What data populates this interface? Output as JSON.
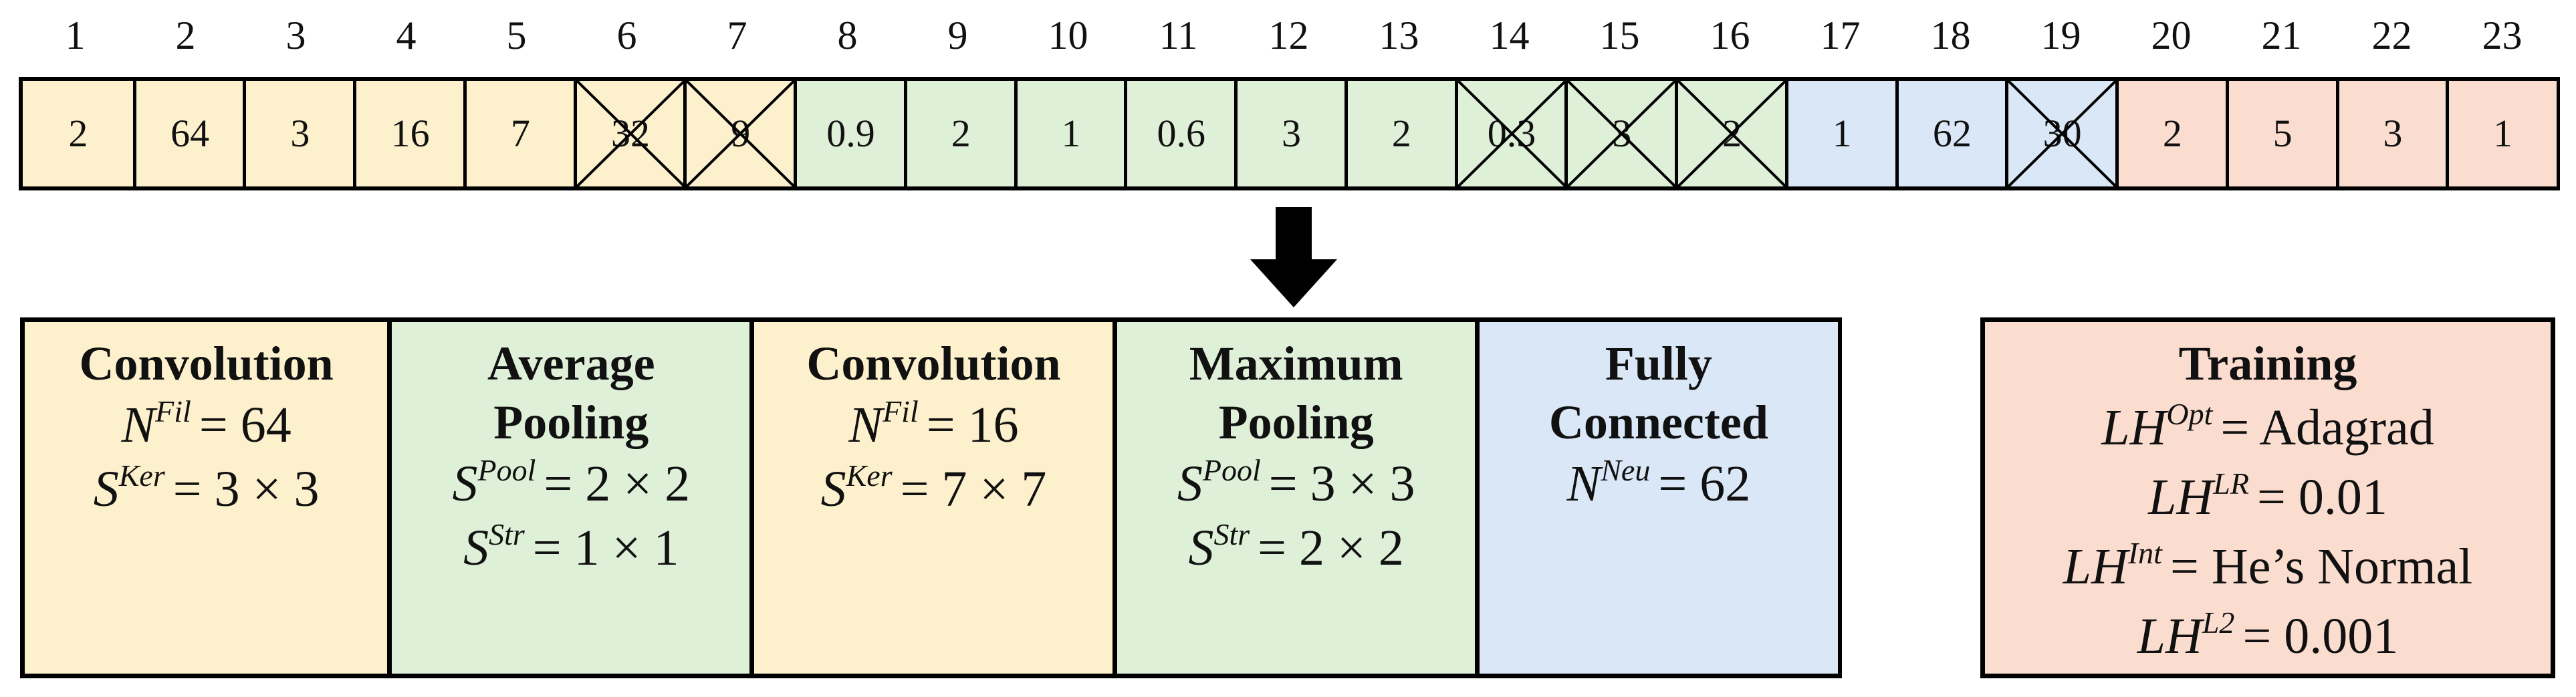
{
  "index_labels": [
    "1",
    "2",
    "3",
    "4",
    "5",
    "6",
    "7",
    "8",
    "9",
    "10",
    "11",
    "12",
    "13",
    "14",
    "15",
    "16",
    "17",
    "18",
    "19",
    "20",
    "21",
    "22",
    "23"
  ],
  "cells": [
    {
      "value": "2",
      "group": "yellow",
      "crossed": false
    },
    {
      "value": "64",
      "group": "yellow",
      "crossed": false
    },
    {
      "value": "3",
      "group": "yellow",
      "crossed": false
    },
    {
      "value": "16",
      "group": "yellow",
      "crossed": false
    },
    {
      "value": "7",
      "group": "yellow",
      "crossed": false
    },
    {
      "value": "32",
      "group": "yellow",
      "crossed": true
    },
    {
      "value": "9",
      "group": "yellow",
      "crossed": true
    },
    {
      "value": "0.9",
      "group": "green",
      "crossed": false
    },
    {
      "value": "2",
      "group": "green",
      "crossed": false
    },
    {
      "value": "1",
      "group": "green",
      "crossed": false
    },
    {
      "value": "0.6",
      "group": "green",
      "crossed": false
    },
    {
      "value": "3",
      "group": "green",
      "crossed": false
    },
    {
      "value": "2",
      "group": "green",
      "crossed": false
    },
    {
      "value": "0.3",
      "group": "green",
      "crossed": true
    },
    {
      "value": "3",
      "group": "green",
      "crossed": true
    },
    {
      "value": "2",
      "group": "green",
      "crossed": true
    },
    {
      "value": "1",
      "group": "blue",
      "crossed": false
    },
    {
      "value": "62",
      "group": "blue",
      "crossed": false
    },
    {
      "value": "30",
      "group": "blue",
      "crossed": true
    },
    {
      "value": "2",
      "group": "pink",
      "crossed": false
    },
    {
      "value": "5",
      "group": "pink",
      "crossed": false
    },
    {
      "value": "3",
      "group": "pink",
      "crossed": false
    },
    {
      "value": "1",
      "group": "pink",
      "crossed": false
    }
  ],
  "arrow_icon": "down-arrow-icon",
  "layers": [
    {
      "key": "conv1",
      "title": "Convolution",
      "color": "yellow",
      "eqs": [
        {
          "sym": "N",
          "sup": "Fil",
          "rhs": "= 64"
        },
        {
          "sym": "S",
          "sup": "Ker",
          "rhs": "= 3 × 3"
        }
      ]
    },
    {
      "key": "avgpool",
      "title": "Average Pooling",
      "color": "green",
      "eqs": [
        {
          "sym": "S",
          "sup": "Pool",
          "rhs": "= 2 × 2"
        },
        {
          "sym": "S",
          "sup": "Str",
          "rhs": "= 1 × 1"
        }
      ]
    },
    {
      "key": "conv2",
      "title": "Convolution",
      "color": "yellow",
      "eqs": [
        {
          "sym": "N",
          "sup": "Fil",
          "rhs": "= 16"
        },
        {
          "sym": "S",
          "sup": "Ker",
          "rhs": "= 7 × 7"
        }
      ]
    },
    {
      "key": "maxpool",
      "title": "Maximum Pooling",
      "color": "green",
      "eqs": [
        {
          "sym": "S",
          "sup": "Pool",
          "rhs": "= 3 × 3"
        },
        {
          "sym": "S",
          "sup": "Str",
          "rhs": "= 2 × 2"
        }
      ]
    },
    {
      "key": "fc",
      "title": "Fully Connected",
      "color": "blue",
      "eqs": [
        {
          "sym": "N",
          "sup": "Neu",
          "rhs": "= 62"
        }
      ]
    }
  ],
  "training": {
    "title": "Training",
    "eqs": [
      {
        "sym": "LH",
        "sup": "Opt",
        "rhs": "= Adagrad"
      },
      {
        "sym": "LH",
        "sup": "LR",
        "rhs": "= 0.01"
      },
      {
        "sym": "LH",
        "sup": "Int",
        "rhs": "= He’s Normal"
      },
      {
        "sym": "LH",
        "sup": "L2",
        "rhs": "= 0.001"
      }
    ]
  },
  "colors": {
    "yellow": "#fdf0cc",
    "green": "#dff0d8",
    "blue": "#d9e7f6",
    "pink": "#fbddd0",
    "border": "#000000"
  }
}
